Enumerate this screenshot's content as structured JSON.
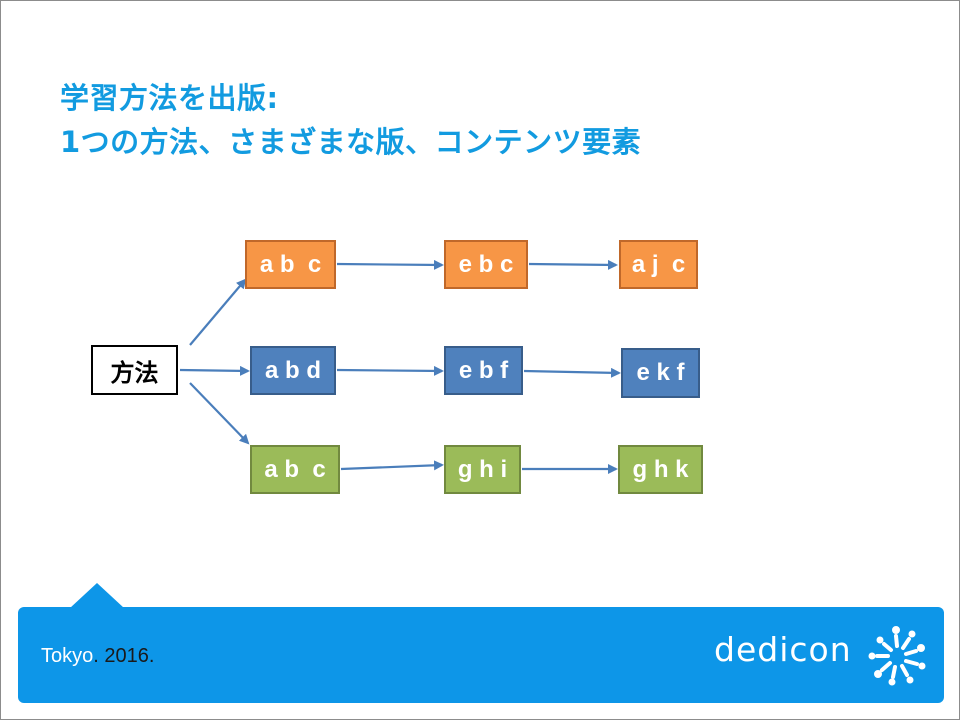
{
  "title": {
    "line1": "学習方法を出版:",
    "line2": "1つの方法、さまざまな版、コンテンツ要素"
  },
  "diagram": {
    "method": "方法",
    "rows": [
      {
        "color": "#f79646",
        "nodes": [
          "a b  c",
          "e b c",
          "a j  c"
        ]
      },
      {
        "color": "#4f81bd",
        "nodes": [
          "a b d",
          "e b f",
          "e k f"
        ]
      },
      {
        "color": "#9bbb59",
        "nodes": [
          "a b  c",
          "g h i",
          "g h k"
        ]
      }
    ]
  },
  "footer": {
    "location": "Tokyo",
    "year": "2016.",
    "brand": "dedicon",
    "accent": "#0d96e8"
  }
}
